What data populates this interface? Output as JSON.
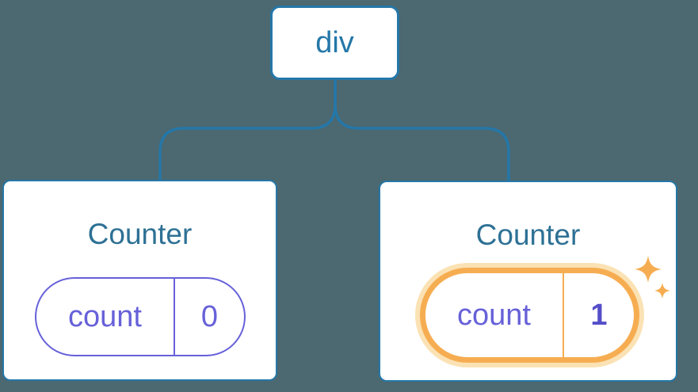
{
  "colors": {
    "background": "#4C6870",
    "stroke-blue": "#2577A8",
    "title-blue": "#2E7195",
    "state-indigo": "#6761D9",
    "value-indigo": "#544EC9",
    "highlight-orange": "#F6AD51",
    "highlight-orange-light": "#FBE2B4",
    "card-white": "#FFFFFF"
  },
  "tree": {
    "root": {
      "label": "div"
    },
    "children": [
      {
        "title": "Counter",
        "state": {
          "key": "count",
          "value": "0"
        },
        "highlighted": false
      },
      {
        "title": "Counter",
        "state": {
          "key": "count",
          "value": "1"
        },
        "highlighted": true,
        "icon": "sparkles-icon"
      }
    ]
  }
}
